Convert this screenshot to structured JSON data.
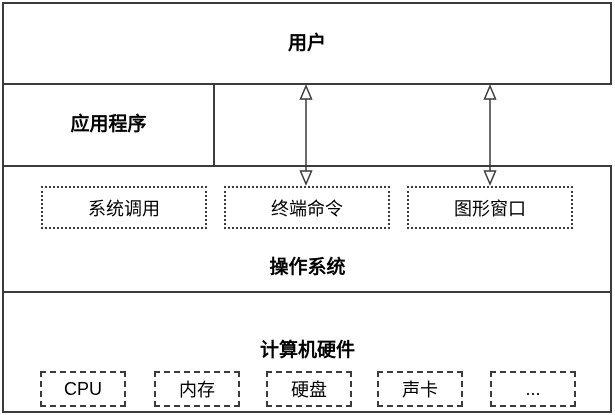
{
  "diagram": {
    "title_hint": "操作系统层次结构图",
    "layers": {
      "user": {
        "label": "用户"
      },
      "application": {
        "label": "应用程序"
      },
      "os": {
        "label": "操作系统",
        "interfaces": [
          {
            "label": "系统调用"
          },
          {
            "label": "终端命令"
          },
          {
            "label": "图形窗口"
          }
        ]
      },
      "hardware": {
        "label": "计算机硬件",
        "components": [
          {
            "label": "CPU"
          },
          {
            "label": "内存"
          },
          {
            "label": "硬盘"
          },
          {
            "label": "声卡"
          },
          {
            "label": "..."
          }
        ]
      }
    },
    "arrows": {
      "description": "two vertical double-headed open arrows between user layer and os layer",
      "count": 2
    },
    "colors": {
      "stroke": "#3b3b3b",
      "background": "#ffffff",
      "text": "#000000"
    }
  }
}
